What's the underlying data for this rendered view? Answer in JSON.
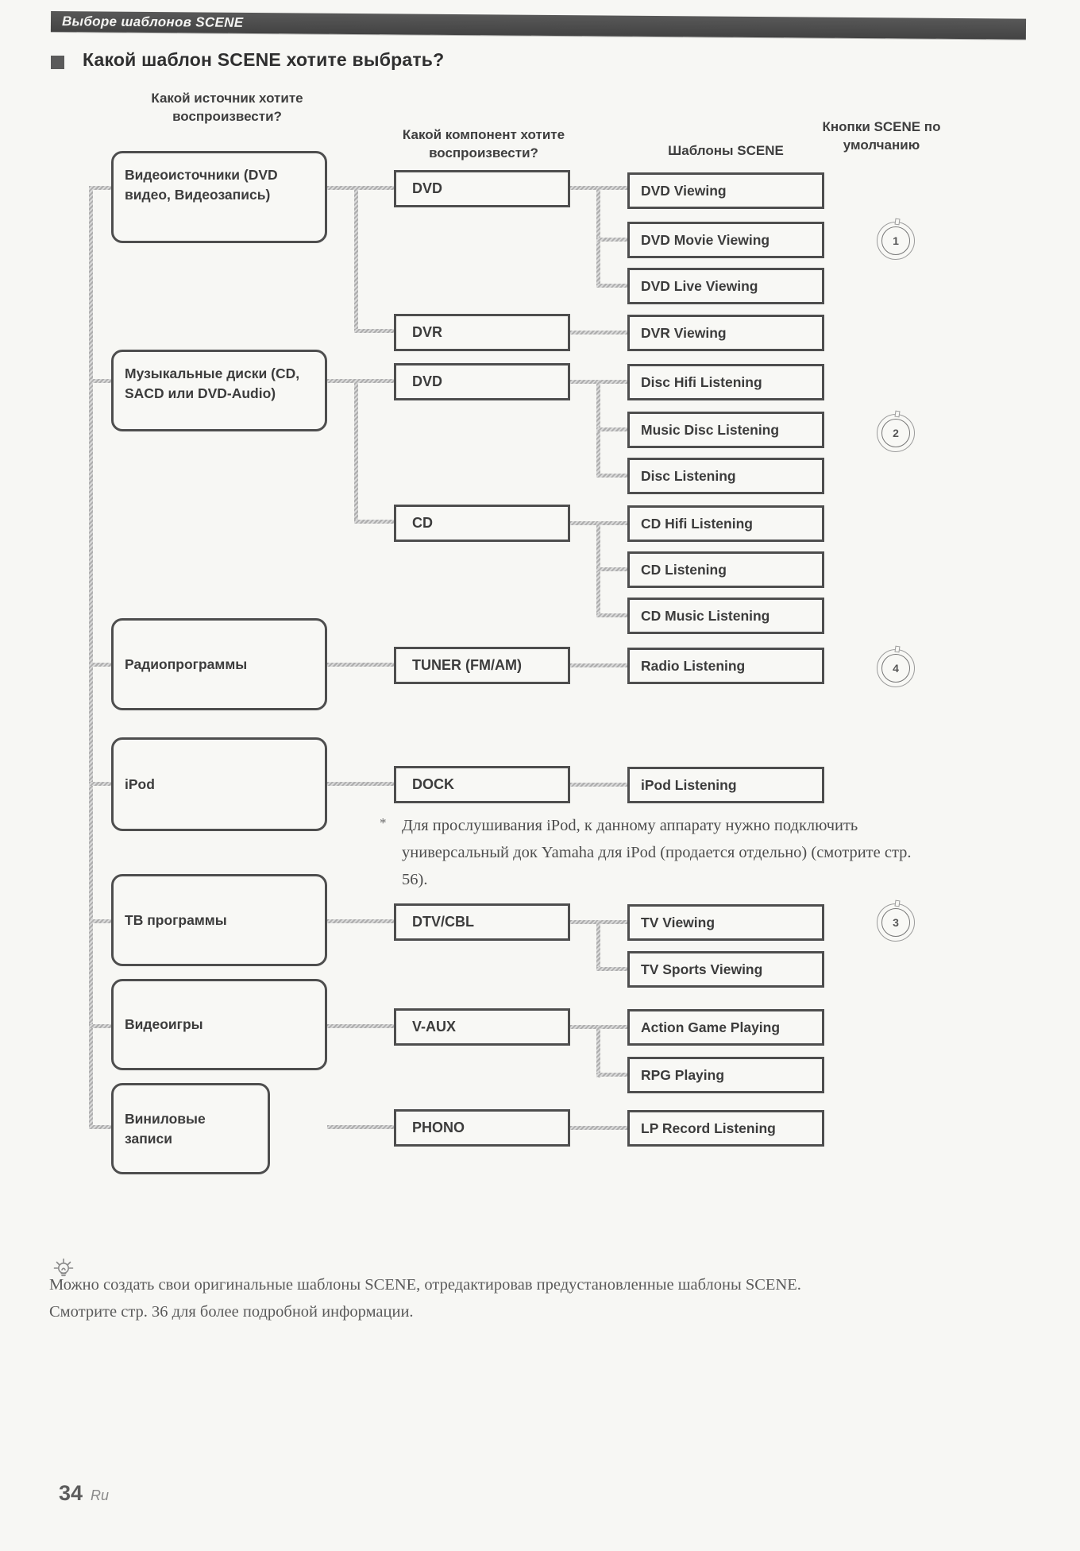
{
  "header": {
    "bar_label": "Выборе шаблонов SCENE"
  },
  "title": {
    "text": "Какой шаблон SCENE хотите выбрать?"
  },
  "columns": {
    "source": "Какой источник хотите воспроизвести?",
    "component": "Какой компонент хотите воспроизвести?",
    "templates": "Шаблоны SCENE",
    "buttons": "Кнопки SCENE по умолчанию"
  },
  "flow": {
    "sources": [
      {
        "label": "Видеоисточники (DVD видео, Видеозапись)"
      },
      {
        "label": "Музыкальные диски (CD, SACD или DVD-Audio)"
      },
      {
        "label": "Радиопрограммы"
      },
      {
        "label": "iPod"
      },
      {
        "label": "ТВ программы"
      },
      {
        "label": "Видеоигры"
      },
      {
        "label": "Виниловые записи"
      }
    ],
    "components": [
      {
        "label": "DVD"
      },
      {
        "label": "DVR"
      },
      {
        "label": "DVD"
      },
      {
        "label": "CD"
      },
      {
        "label": "TUNER (FM/AM)"
      },
      {
        "label": "DOCK"
      },
      {
        "label": "DTV/CBL"
      },
      {
        "label": "V-AUX"
      },
      {
        "label": "PHONO"
      }
    ],
    "templates": [
      {
        "label": "DVD Viewing"
      },
      {
        "label": "DVD Movie Viewing"
      },
      {
        "label": "DVD Live Viewing"
      },
      {
        "label": "DVR Viewing"
      },
      {
        "label": "Disc Hifi Listening"
      },
      {
        "label": "Music Disc Listening"
      },
      {
        "label": "Disc Listening"
      },
      {
        "label": "CD Hifi Listening"
      },
      {
        "label": "CD Listening"
      },
      {
        "label": "CD Music Listening"
      },
      {
        "label": "Radio Listening"
      },
      {
        "label": "iPod Listening"
      },
      {
        "label": "TV Viewing"
      },
      {
        "label": "TV Sports Viewing"
      },
      {
        "label": "Action Game Playing"
      },
      {
        "label": "RPG Playing"
      },
      {
        "label": "LP Record Listening"
      }
    ],
    "scene_buttons": [
      {
        "number": "1"
      },
      {
        "number": "2"
      },
      {
        "number": "4"
      },
      {
        "number": "3"
      }
    ]
  },
  "ipod_note": {
    "marker": "*",
    "text": "Для прослушивания iPod, к данному аппарату нужно подключить универсальный док Yamaha для iPod (продается отдельно) (смотрите стр. 56)."
  },
  "tip": {
    "lines": [
      "Можно создать свои оригинальные шаблоны SCENE, отредактировав предустановленные шаблоны SCENE.",
      "Смотрите стр. 36 для более подробной информации."
    ]
  },
  "footer": {
    "page_number": "34",
    "language": "Ru"
  },
  "colors": {
    "header_bar_bg": "#4c4c4c",
    "box_border": "#4e4e4e",
    "connector": "#c4c4c4",
    "text": "#3d3d3d"
  }
}
